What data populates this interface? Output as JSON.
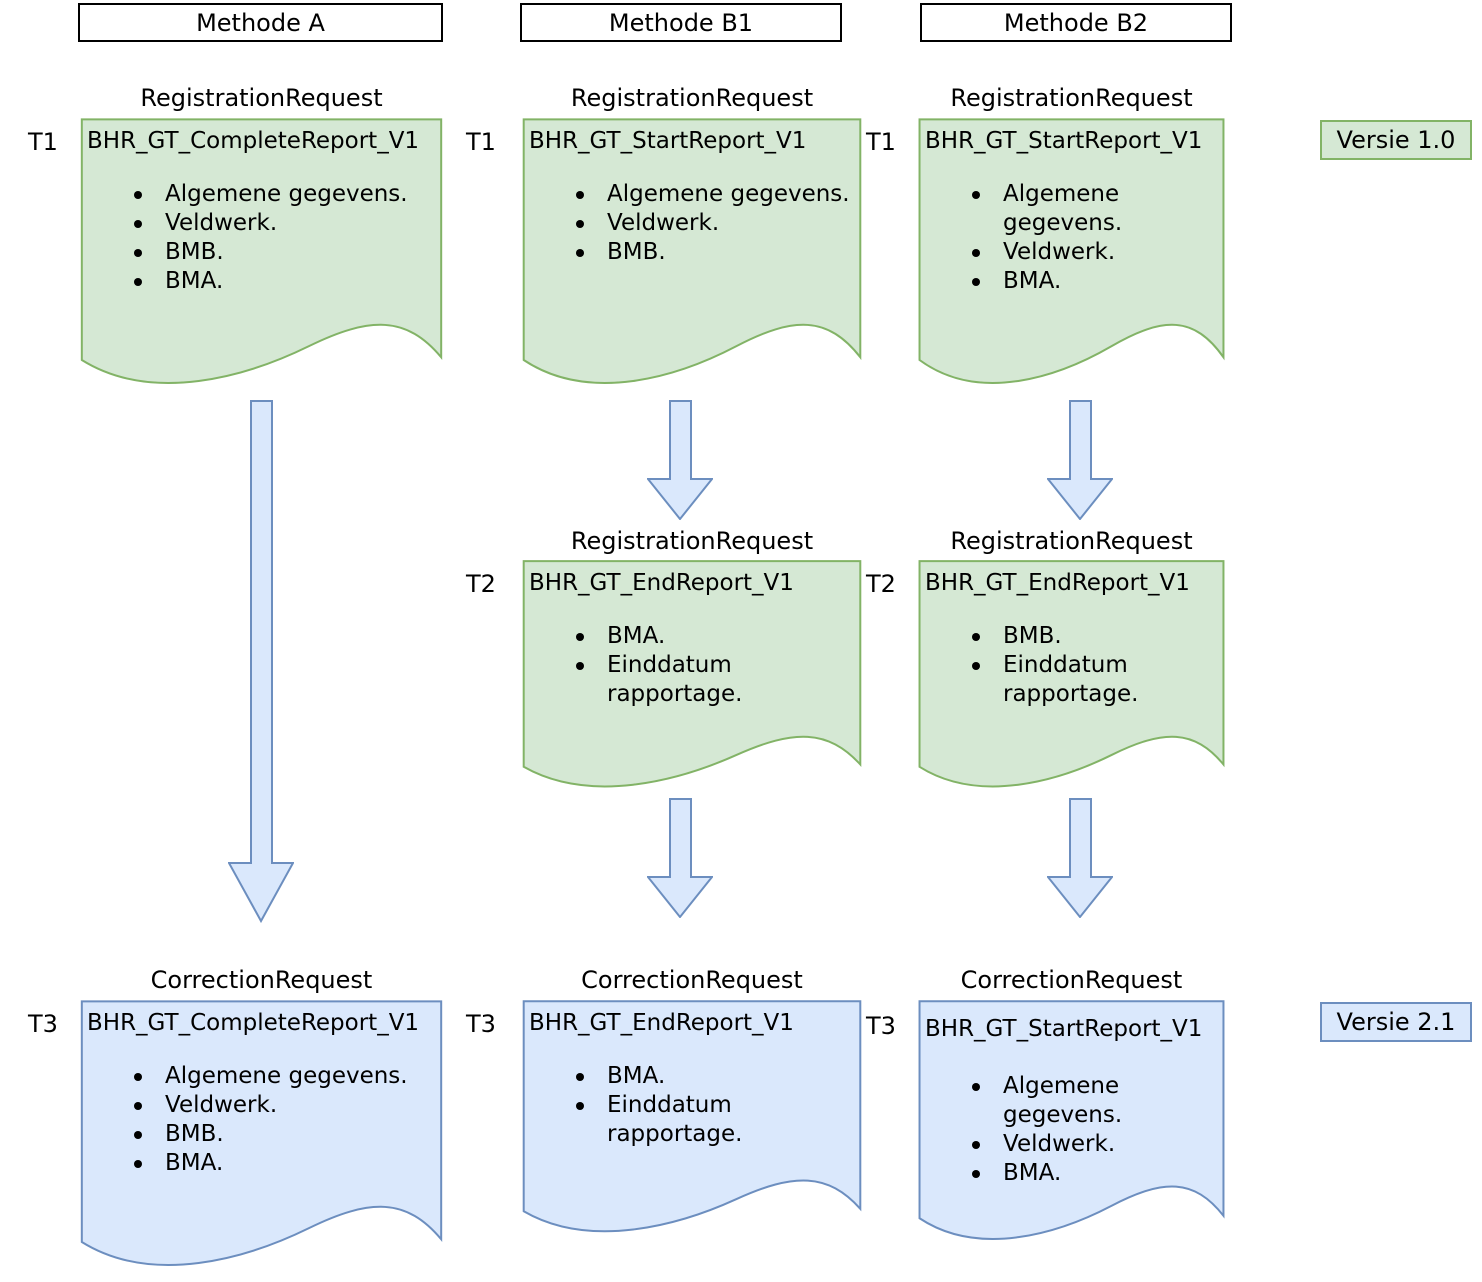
{
  "methods": [
    {
      "label": "Methode A"
    },
    {
      "label": "Methode B1"
    },
    {
      "label": "Methode B2"
    }
  ],
  "documents": [
    {
      "method": "A",
      "stage": "registration",
      "request_label": "RegistrationRequest",
      "time": "T1",
      "title": "BHR_GT_CompleteReport_V1",
      "bullets": [
        "Algemene gegevens.",
        "Veldwerk.",
        "BMB.",
        "BMA."
      ],
      "style": "green"
    },
    {
      "method": "B1",
      "stage": "registration",
      "request_label": "RegistrationRequest",
      "time": "T1",
      "title": "BHR_GT_StartReport_V1",
      "bullets": [
        "Algemene gegevens.",
        "Veldwerk.",
        "BMB."
      ],
      "style": "green"
    },
    {
      "method": "B2",
      "stage": "registration",
      "request_label": "RegistrationRequest",
      "time": "T1",
      "title": "BHR_GT_StartReport_V1",
      "bullets": [
        "Algemene gegevens.",
        "Veldwerk.",
        "BMA."
      ],
      "style": "green"
    },
    {
      "method": "B1",
      "stage": "registration",
      "request_label": "RegistrationRequest",
      "time": "T2",
      "title": "BHR_GT_EndReport_V1",
      "bullets": [
        "BMA.",
        "Einddatum rapportage."
      ],
      "style": "green"
    },
    {
      "method": "B2",
      "stage": "registration",
      "request_label": "RegistrationRequest",
      "time": "T2",
      "title": "BHR_GT_EndReport_V1",
      "bullets": [
        "BMB.",
        "Einddatum rapportage."
      ],
      "style": "green"
    },
    {
      "method": "A",
      "stage": "correction",
      "request_label": "CorrectionRequest",
      "time": "T3",
      "title": "BHR_GT_CompleteReport_V1",
      "bullets": [
        "Algemene gegevens.",
        "Veldwerk.",
        "BMB.",
        "BMA."
      ],
      "style": "blue"
    },
    {
      "method": "B1",
      "stage": "correction",
      "request_label": "CorrectionRequest",
      "time": "T3",
      "title": "BHR_GT_EndReport_V1",
      "bullets": [
        "BMA.",
        "Einddatum rapportage."
      ],
      "style": "blue"
    },
    {
      "method": "B2",
      "stage": "correction",
      "request_label": "CorrectionRequest",
      "time": "T3",
      "title": "BHR_GT_StartReport_V1",
      "bullets": [
        "Algemene gegevens.",
        "Veldwerk.",
        "BMA."
      ],
      "style": "blue"
    }
  ],
  "version_badges": [
    {
      "label": "Versie 1.0",
      "style": "green"
    },
    {
      "label": "Versie 2.1",
      "style": "blue"
    }
  ],
  "colors": {
    "green_fill": "#d5e8d4",
    "green_stroke": "#82b366",
    "blue_fill": "#dae8fc",
    "blue_stroke": "#6c8ebf",
    "arrow_fill": "#dae8fc",
    "arrow_stroke": "#6c8ebf",
    "header_border": "#000000",
    "text": "#000000"
  }
}
